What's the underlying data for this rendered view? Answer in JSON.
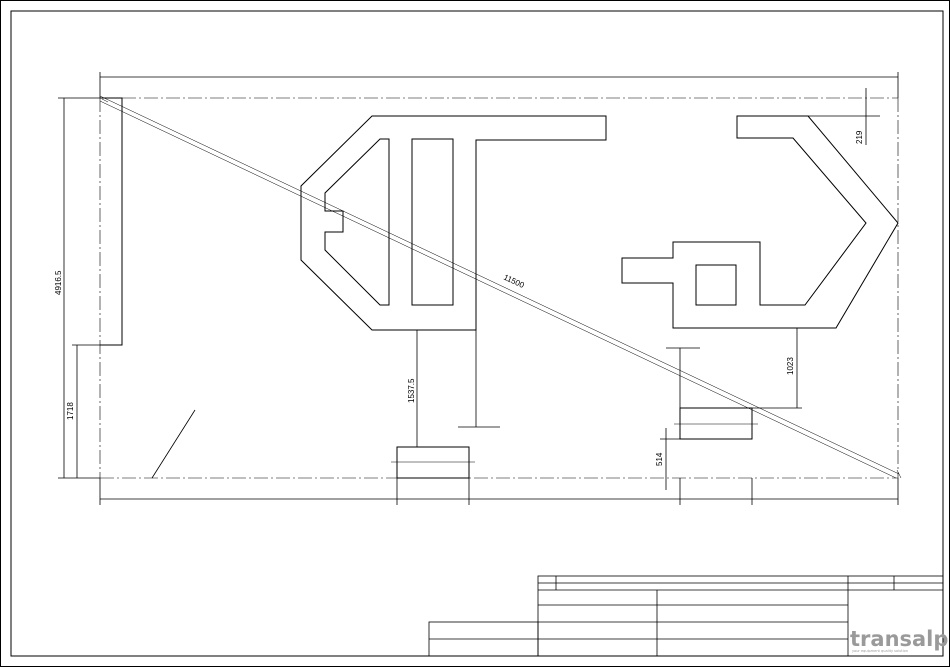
{
  "dimensions": {
    "overall_length": "11500",
    "height": "4916.5",
    "left_bar_offset": "1718",
    "stub_offset": "1537.5",
    "right_notch": "1023",
    "right_small_block": "514",
    "top_gap": "219"
  },
  "logo": {
    "name": "transalp",
    "tagline": "your equipment quality solution"
  }
}
